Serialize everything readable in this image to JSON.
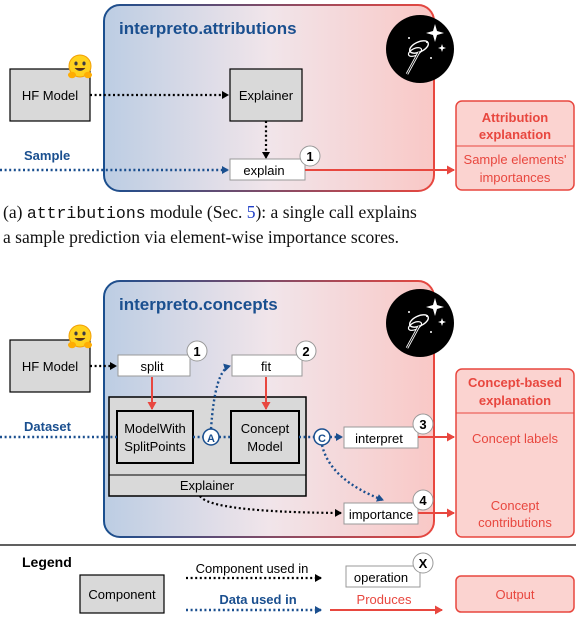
{
  "attributions": {
    "module_title": "interpreto.attributions",
    "hf_model": "HF Model",
    "explainer": "Explainer",
    "sample": "Sample",
    "explain": "explain",
    "explain_step": "1",
    "output_title_line1": "Attribution",
    "output_title_line2": "explanation",
    "output_body_line1": "Sample elements'",
    "output_body_line2": "importances"
  },
  "caption_a": {
    "prefix": "(a) ",
    "module_code": "attributions",
    "middle": " module (Sec. ",
    "section_ref": "5",
    "suffix": "): a single call explains",
    "line2": "a sample prediction via element-wise importance scores."
  },
  "concepts": {
    "module_title": "interpreto.concepts",
    "hf_model": "HF Model",
    "split": "split",
    "split_step": "1",
    "fit": "fit",
    "fit_step": "2",
    "dataset": "Dataset",
    "model_with_split_points_line1": "ModelWith",
    "model_with_split_points_line2": "SplitPoints",
    "concept_model_line1": "Concept",
    "concept_model_line2": "Model",
    "explainer": "Explainer",
    "junction_a": "A",
    "junction_c": "C",
    "interpret": "interpret",
    "interpret_step": "3",
    "importance": "importance",
    "importance_step": "4",
    "output_title_line1": "Concept-based",
    "output_title_line2": "explanation",
    "output_label1": "Concept labels",
    "output_label2_line1": "Concept",
    "output_label2_line2": "contributions"
  },
  "legend": {
    "title": "Legend",
    "component": "Component",
    "component_used_in": "Component used in",
    "data_used_in": "Data used in",
    "operation": "operation",
    "operation_step": "X",
    "produces": "Produces",
    "output": "Output"
  },
  "colors": {
    "blue": "#1a4f8f",
    "red": "#e8473f",
    "red_fill": "#fbd3d0",
    "gray_fill": "#d9d9d9"
  }
}
